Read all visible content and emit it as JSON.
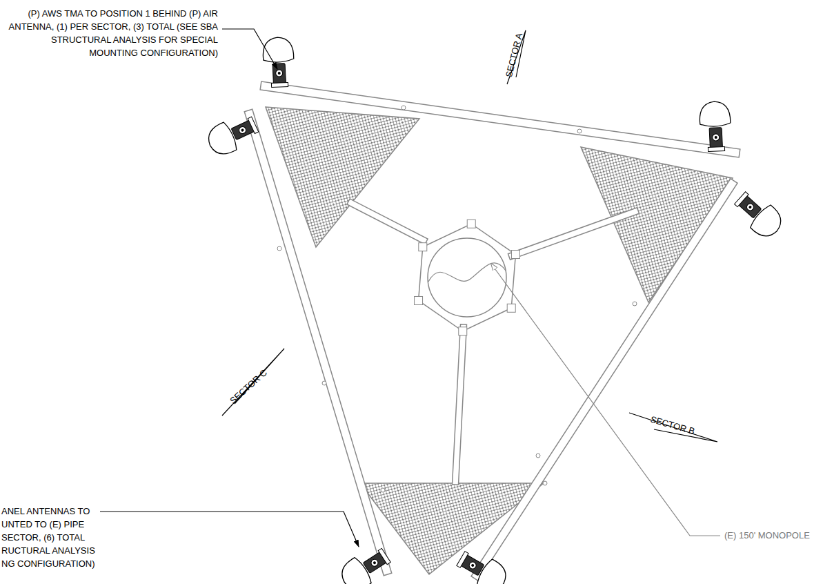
{
  "diagram": {
    "labels": [
      "(P) AWS TMA TO POSITION 1 BEHIND (P) AIR ANTENNA, (1) PER SECTOR, (3) TOTAL (SEE SBA STRUCTURAL ANALYSIS FOR SPECIAL MOUNTING CONFIGURATION)",
      "SECTOR A",
      "SECTOR C",
      "SECTOR B",
      "ANEL ANTENNAS TO UNTED TO (E) PIPE SECTOR, (6) TOTAL RUCTURAL ANALYSIS NG CONFIGURATION)",
      "(E) 150' MONOPOLE"
    ]
  }
}
